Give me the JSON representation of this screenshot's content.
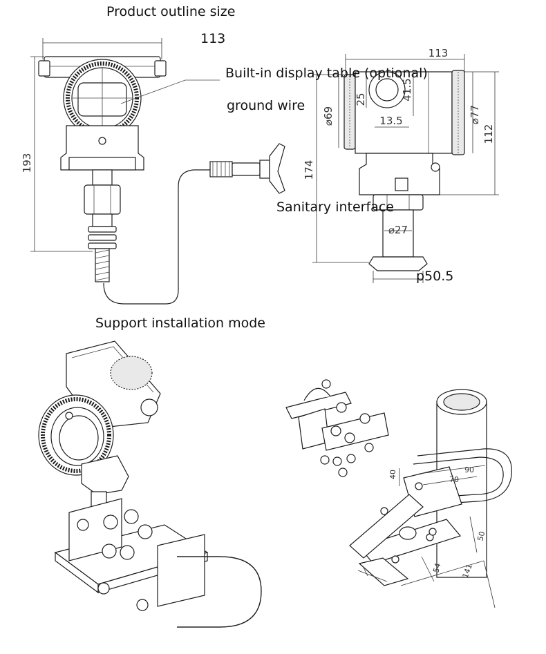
{
  "labels": {
    "outline_title": "Product outline size",
    "width_top": "113",
    "display_table": "Built-in display table (optional)",
    "ground_wire": "ground wire",
    "sanitary_interface": "Sanitary interface",
    "support_mode": "Support installation mode"
  },
  "dimensions": {
    "left_height": "193",
    "side_width": "113",
    "side_height_total": "174",
    "side_height_housing": "112",
    "dia_69": "⌀69",
    "dia_77": "⌀77",
    "dia_27": "⌀27",
    "dim_25": "25",
    "dim_41_5": "41.5",
    "dim_13_5": "13.5",
    "flange": "p50.5",
    "bracket_90": "90",
    "bracket_70": "70",
    "bracket_40": "40",
    "bracket_50": "50",
    "bracket_54": "54",
    "bracket_141": "141"
  }
}
